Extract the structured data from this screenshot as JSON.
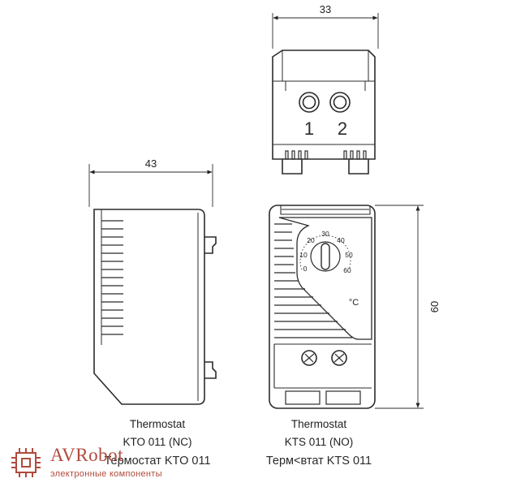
{
  "dimensions": {
    "top_width": "33",
    "side_depth": "43",
    "front_height": "60"
  },
  "terminals": [
    "1",
    "2"
  ],
  "dial": {
    "scale": [
      "0",
      "10",
      "20",
      "30",
      "40",
      "50",
      "60"
    ],
    "unit": "°C"
  },
  "captions": {
    "left": {
      "line1": "Thermostat",
      "line2": "KTO 011 (NC)",
      "line3": "Термостат KTO 011"
    },
    "right": {
      "line1": "Thermostat",
      "line2": "KTS 011 (NO)",
      "line3": "Терм<втат  KTS 011"
    }
  },
  "watermark": {
    "brand": "AVRobot",
    "tagline": "электронные компоненты"
  },
  "colors": {
    "line": "#2b2b2b",
    "watermark": "#b04a3c"
  }
}
